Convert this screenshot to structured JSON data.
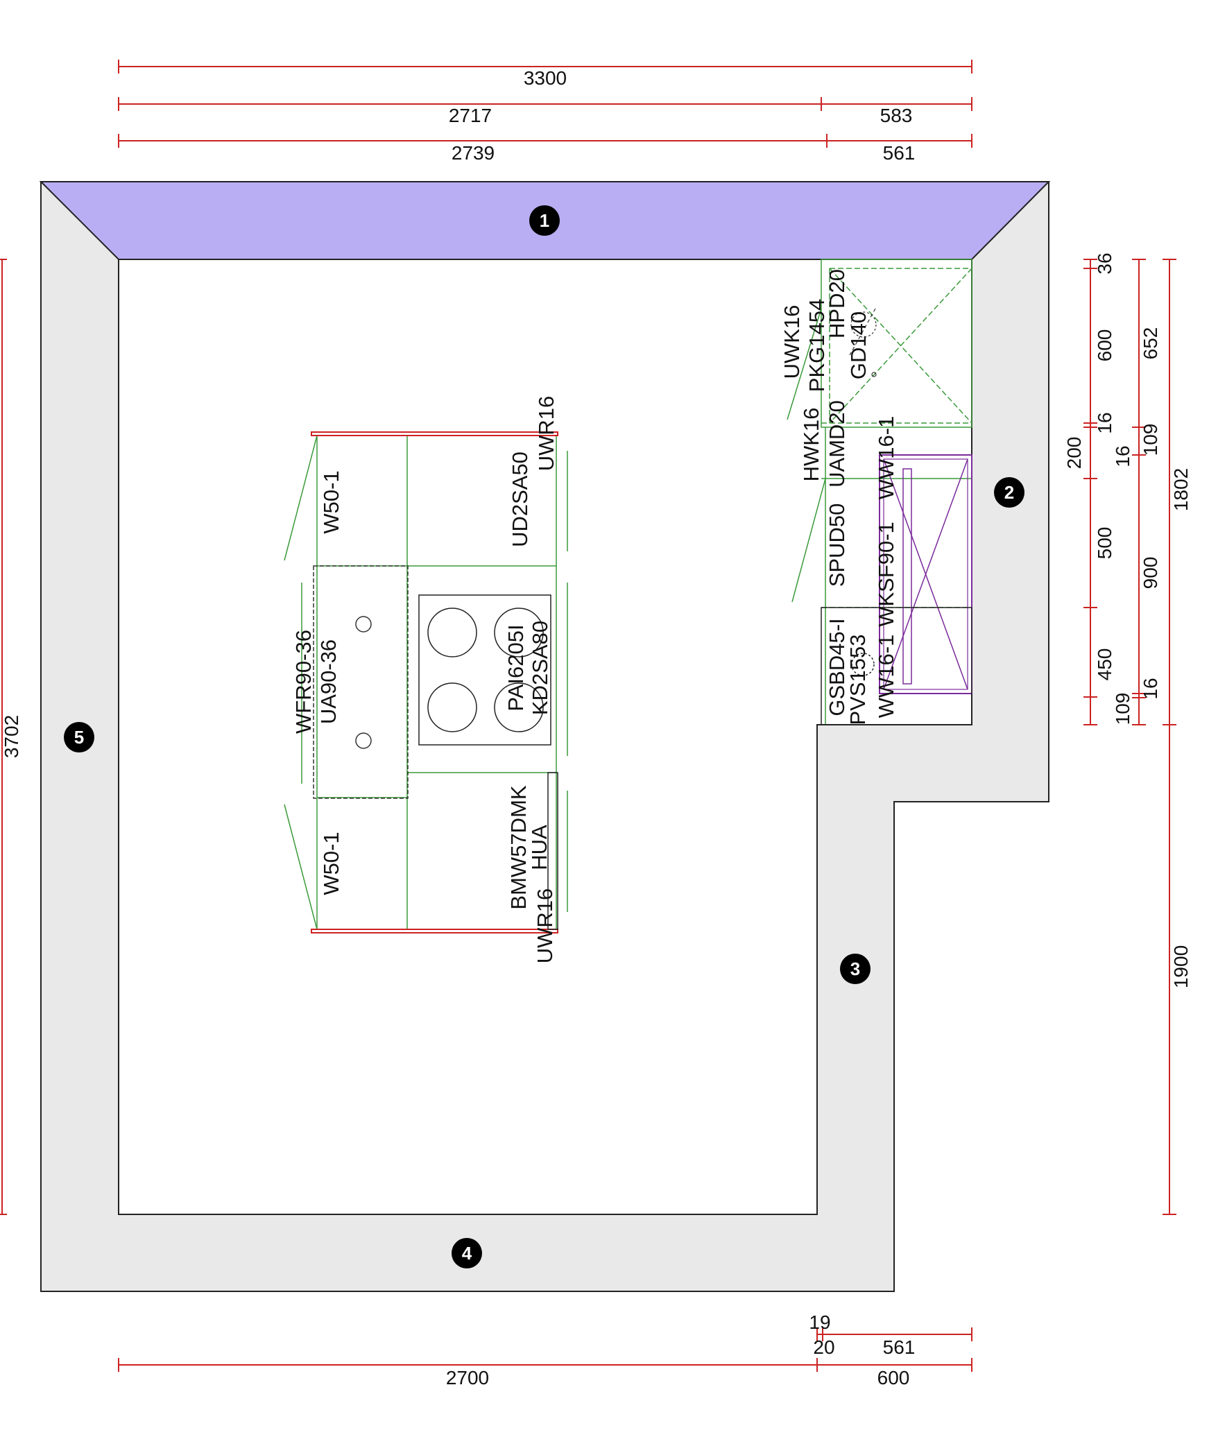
{
  "colors": {
    "wall_fill": "#e9e9e9",
    "wall_highlight": "#b9aef3",
    "dimension_line": "#cc2222",
    "cabinet_line": "#3a9a3a",
    "appliance_line": "#7a2a9a",
    "marker_fill": "#000000"
  },
  "walls": {
    "w1": "1",
    "w2": "2",
    "w3": "3",
    "w4": "4",
    "w5": "5"
  },
  "dimensions": {
    "top": {
      "total": "3300",
      "row2_left": "2717",
      "row2_right": "583",
      "row3_left": "2739",
      "row3_right": "561"
    },
    "bottom": {
      "small_19": "19",
      "small_20": "20",
      "row1_right": "561",
      "row2_left": "2700",
      "row2_right": "600"
    },
    "left": {
      "total": "3702"
    },
    "right": {
      "c1_36": "36",
      "c1_600": "600",
      "c1_16a": "16",
      "c1_200": "200",
      "c1_16b": "16",
      "c1_500": "500",
      "c1_450": "450",
      "c1_109": "109",
      "c2_652": "652",
      "c2_109": "109",
      "c2_900": "900",
      "c2_16": "16",
      "c3_1802": "1802",
      "c3_1900": "1900"
    }
  },
  "island_labels": {
    "w50_top": "W50-1",
    "ud2sa50": "UD2SA50",
    "uwr16_top": "UWR16",
    "wfr90": "WFR90-36",
    "ua90": "UA90-36",
    "pai": "PAI6205I",
    "kd2sa80": "KD2SA80",
    "w50_bottom": "W50-1",
    "bmw": "BMW57DMK",
    "hua": "HUA",
    "uwr16_bottom": "UWR16"
  },
  "wall_unit_labels": {
    "uwk16": "UWK16",
    "pkg": "PKG1454",
    "hpd20": "HPD20",
    "gd140": "GD140",
    "hwk16": "HWK16",
    "uamd20": "UAMD20",
    "ww16_top": "WW16-1",
    "spud50": "SPUD50",
    "wksf90": "WKSF90-1",
    "gsbd45": "GSBD45-I",
    "pvs": "PVS1553",
    "ww16_bottom": "WW16-1"
  }
}
